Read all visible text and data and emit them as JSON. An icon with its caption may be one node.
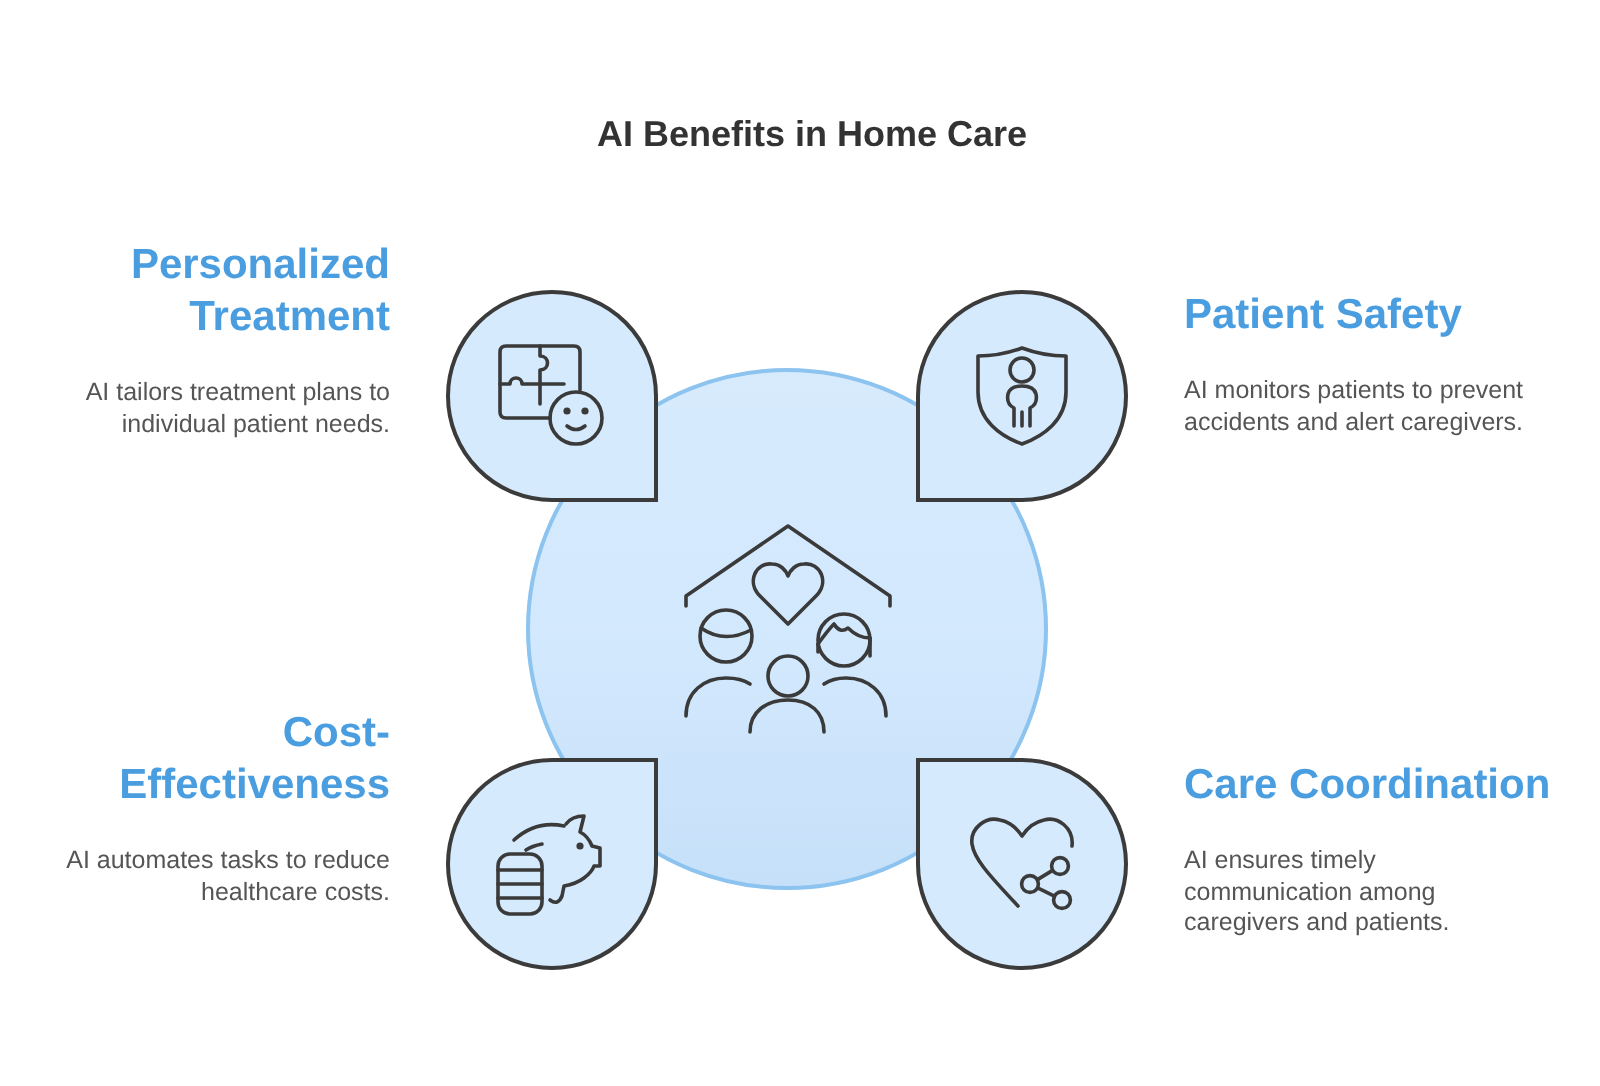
{
  "diagram": {
    "title": "AI Benefits in Home Care",
    "nodes": [
      {
        "text": [
          "Personalized Treatment",
          "AI tailors treatment plans to individual patient needs."
        ]
      },
      {
        "text": [
          "Patient Safety",
          "AI monitors patients to prevent accidents and alert caregivers."
        ]
      },
      {
        "text": [],
        "shape": "circle"
      },
      {
        "text": [
          "Cost-Effectiveness",
          "AI automates tasks to reduce healthcare costs."
        ]
      },
      {
        "text": [
          "Care Coordination",
          "AI ensures timely communication among caregivers and patients."
        ]
      }
    ]
  }
}
